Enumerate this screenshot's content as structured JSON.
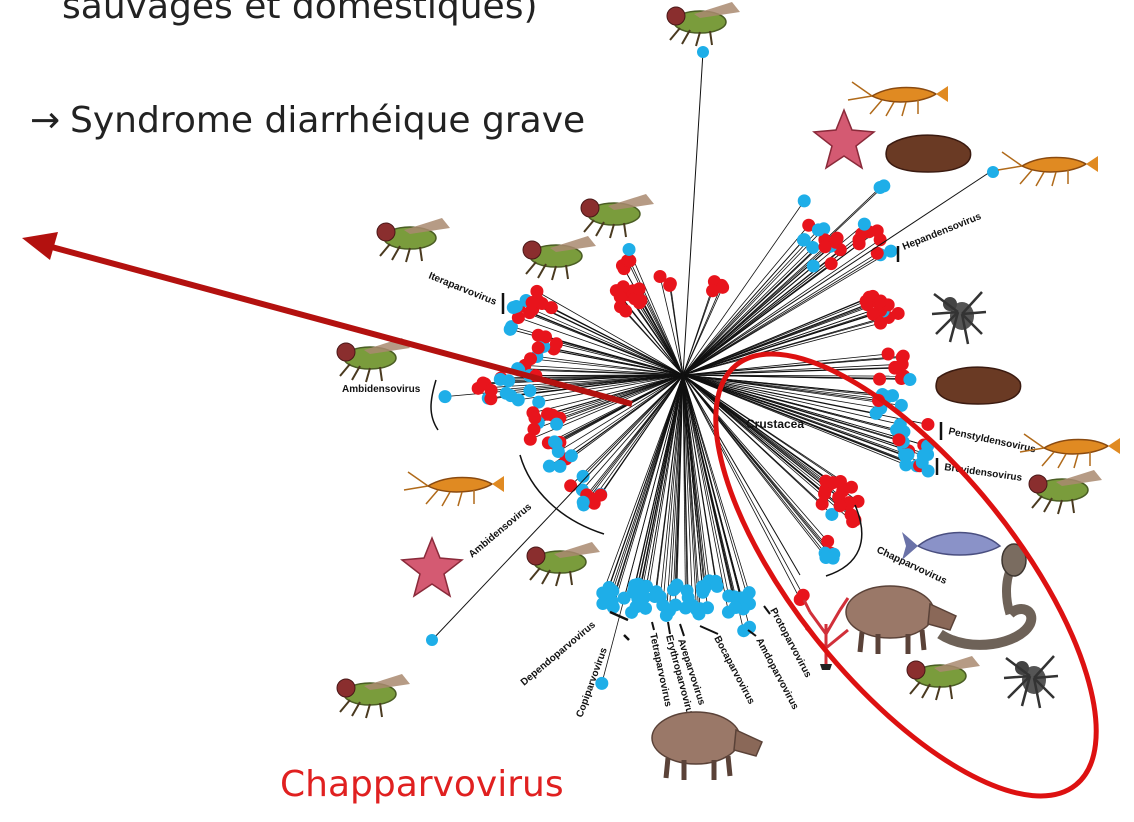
{
  "slide": {
    "bullet_top": "sauvages et domestiques)",
    "bullet_arrow": "→",
    "bullet_text": "Syndrome diarrhéique grave",
    "caption": "Chapparvovirus"
  },
  "tree": {
    "clades": {
      "iteradensovirus": "Iteraparvovirus",
      "ambidensovirus_1": "Ambidensovirus",
      "ambidensovirus_2": "Ambidensovirus",
      "hepandensovirus": "Hepandensovirus",
      "crustacea": "Crustacea",
      "penstyldensovirus": "Penstyldensovirus",
      "brevidensovirus": "Brevidensovirus",
      "chapparvovirus": "Chapparvovirus",
      "protoparvovirus": "Protoparvovirus",
      "amdoparvovirus": "Amdoparvovirus",
      "bocaparvovirus": "Bocaparvovirus",
      "aveparvovirus": "Aveparvovirus",
      "erythroparvovirus": "Erythroparvovirus",
      "tetraparvovirus": "Tetraparvovirus",
      "copiparvovirus": "Copiparvovirus",
      "dependoparvovirus": "Dependoparvovirus"
    },
    "colors": {
      "red_dot": "#e8141c",
      "blue_dot": "#1eaee8",
      "highlight": "#cc1111",
      "arrow": "#b3110f",
      "branch": "#111111"
    },
    "icons": [
      "fly-icon",
      "shrimp-icon",
      "starfish-icon",
      "sea-cucumber-icon",
      "spider-icon",
      "fish-icon",
      "boar-icon",
      "cobra-icon",
      "coral-icon"
    ]
  }
}
